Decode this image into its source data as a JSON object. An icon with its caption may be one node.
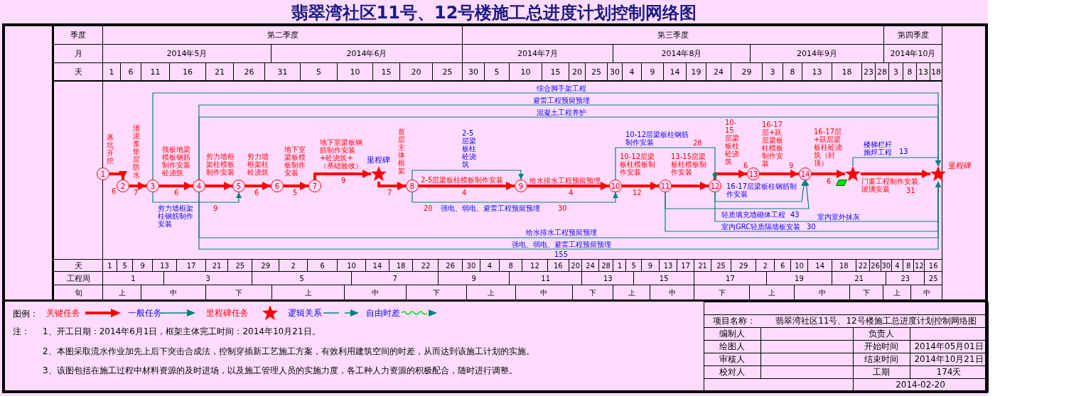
{
  "diagram": {
    "title": "翡翠湾社区11号、12号楼施工总进度计划控制网络图",
    "nodes": [
      {
        "text": [
          "1"
        ]
      },
      {
        "text": [
          "2"
        ]
      },
      {
        "text": [
          "3"
        ]
      },
      {
        "text": [
          "4"
        ]
      },
      {
        "text": [
          "5"
        ]
      },
      {
        "text": [
          "6"
        ]
      },
      {
        "text": [
          "7"
        ]
      },
      {
        "text": [],
        "shape": "star",
        "beside": [
          "里程碑"
        ]
      },
      {
        "text": [
          "8"
        ]
      },
      {
        "text": [
          "9"
        ]
      },
      {
        "text": [
          "10"
        ]
      },
      {
        "text": [
          "11"
        ]
      },
      {
        "text": [
          "12"
        ]
      },
      {
        "text": [
          "13"
        ]
      },
      {
        "text": [
          "14"
        ]
      },
      {
        "text": [],
        "shape": "star"
      },
      {
        "text": [],
        "shape": "star",
        "beside": [
          "里程碑"
        ]
      }
    ],
    "edges": [
      {
        "from": 0,
        "to": 1,
        "arrow": "to",
        "label": "基坑开挖"
      },
      {
        "from": 1,
        "to": 2,
        "arrow": "to",
        "label": "清泥浆垫层防水"
      },
      {
        "from": 2,
        "to": 3,
        "arrow": "to",
        "label": "筏板地梁模板钢筋制作安装砼浇筑"
      },
      {
        "from": 3,
        "to": 4,
        "arrow": "to",
        "label": "剪力墙框架柱模板制作安装"
      },
      {
        "from": 4,
        "to": 5,
        "arrow": "to",
        "label": "剪力墙框架柱砼浇筑"
      },
      {
        "from": 5,
        "to": 6,
        "arrow": "to",
        "label": "地下室梁板模板制作安装"
      },
      {
        "from": 6,
        "to": 7,
        "arrow": "to",
        "label": "地下室梁板钢筋制作安装+砼浇筑+（基础验收）"
      },
      {
        "from": 7,
        "to": 8,
        "arrow": "to",
        "label": "首层主体框架"
      },
      {
        "from": 8,
        "to": 9,
        "arrow": "to",
        "label": "2-5层梁板柱模板制作安装"
      },
      {
        "from": 9,
        "to": 10,
        "arrow": "to",
        "label": "给水排水工程预留预埋"
      },
      {
        "from": 10,
        "to": 11,
        "arrow": "to",
        "label": "10-12层梁板柱模板制作安装"
      },
      {
        "from": 11,
        "to": 12,
        "arrow": "to",
        "label": "13-15层梁板柱模板制作安装"
      },
      {
        "from": 12,
        "to": 13,
        "arrow": "to",
        "label": "10-15层梁板柱砼浇筑"
      },
      {
        "from": 13,
        "to": 14,
        "arrow": "to",
        "label": "16-17层+跃层梁板柱模板制作安装"
      },
      {
        "from": 14,
        "to": 15,
        "arrow": "to",
        "label": "16-17层+跃层梁板柱砼浇筑（封顶）"
      },
      {
        "from": 15,
        "to": 16,
        "arrow": "to",
        "label": "门窗工程制作安装、玻璃安装"
      },
      {
        "from": 2,
        "to": 4,
        "arrow": "to",
        "label": "剪力墙框架柱钢筋制作安装",
        "color": "#008080"
      },
      {
        "from": 8,
        "to": 9,
        "arrow": "to",
        "label": "2-5层梁板柱砼浇筑",
        "color": "#008080"
      },
      {
        "from": 8,
        "to": 10,
        "arrow": "to",
        "label": "强电、弱电、避雷工程预留预埋",
        "color": "#008080"
      },
      {
        "from": 10,
        "to": 12,
        "arrow": "to",
        "label": "10-12层梁板柱钢筋制作安装",
        "color": "#008080"
      },
      {
        "from": 12,
        "to": 14,
        "arrow": "to",
        "label": "16-17层梁板柱钢筋制作安装",
        "color": "#008080"
      },
      {
        "from": 11,
        "to": 14,
        "arrow": "to",
        "label": "轻质填充墙砌体工程",
        "color": "#008080"
      },
      {
        "from": 15,
        "to": 16,
        "arrow": "to",
        "label": "楼梯栏杆施焊工程",
        "color": "#008080"
      },
      {
        "from": 2,
        "to": 16,
        "arrow": "to",
        "label": "综合脚手架工程",
        "color": "#008080"
      },
      {
        "from": 3,
        "to": 16,
        "arrow": "to",
        "label": "避雷工程预留预埋",
        "color": "#008080"
      },
      {
        "from": 3,
        "to": 16,
        "arrow": "to",
        "label": "混凝土工程养护",
        "color": "#008080"
      },
      {
        "from": 3,
        "to": 16,
        "arrow": "to",
        "label": "给水排水工程预留预埋",
        "color": "#008080"
      },
      {
        "from": 3,
        "to": 16,
        "arrow": "to",
        "label": "强电、弱电、避雷工程预留预埋",
        "color": "#008080"
      },
      {
        "from": 12,
        "to": 16,
        "arrow": "to",
        "label": "室内室外抹灰",
        "color": "#008080"
      },
      {
        "from": 11,
        "to": 16,
        "arrow": "to",
        "label": "室内GRC轻质隔墙板安装",
        "color": "#008080"
      }
    ],
    "labels": [
      "季度",
      "第二季度",
      "第三季度",
      "第四季度",
      "月",
      "2014年5月",
      "2014年6月",
      "2014年7月",
      "2014年8月",
      "2014年9月",
      "2014年10月",
      "天",
      "1",
      "6",
      "11",
      "16",
      "21",
      "26",
      "31",
      "5",
      "10",
      "15",
      "20",
      "25",
      "30",
      "5",
      "10",
      "15",
      "20",
      "25",
      "30",
      "4",
      "9",
      "14",
      "19",
      "24",
      "29",
      "3",
      "8",
      "13",
      "18",
      "23",
      "28",
      "3",
      "8",
      "13",
      "18",
      "6",
      "7",
      "6",
      "9",
      "6",
      "5",
      "9",
      "7",
      "20",
      "4",
      "30",
      "4",
      "12",
      "28",
      "6",
      "9",
      "43",
      "6",
      "13",
      "31",
      "30",
      "155",
      "天",
      "1",
      "5",
      "9",
      "13",
      "17",
      "21",
      "25",
      "29",
      "2",
      "6",
      "10",
      "14",
      "18",
      "22",
      "26",
      "30",
      "4",
      "8",
      "12",
      "16",
      "20",
      "24",
      "28",
      "1",
      "5",
      "9",
      "13",
      "17",
      "21",
      "25",
      "29",
      "2",
      "6",
      "10",
      "14",
      "18",
      "22",
      "26",
      "30",
      "4",
      "8",
      "12",
      "16",
      "工程周",
      "1",
      "3",
      "5",
      "7",
      "9",
      "11",
      "13",
      "15",
      "17",
      "19",
      "21",
      "23",
      "25",
      "旬",
      "上",
      "中",
      "下",
      "上",
      "中",
      "下",
      "上",
      "中",
      "下",
      "上",
      "中",
      "下",
      "上",
      "中",
      "下",
      "上",
      "中",
      "图例：",
      "注：",
      "1、开工日期：2014年6月1日，框架主体完工时间：2014年10月21日。",
      "2、本图采取流水作业加先上后下突击合成法，控制穿插新工艺施工方案，有效利用建筑空间的时差，从而达到该施工计划的实施。",
      "3、该图包括在施工过程中材料资源的及时进场，以及施工管理人员的实施力度，各工种人力资源的积极配合，随时进行调整。",
      "项目名称：",
      "翡翠湾社区11号、12号楼施工总进度计划控制网络图",
      "编制人",
      "负责人",
      "绘图人",
      "开始时间",
      "2014年05月01日",
      "审核人",
      "结束时间",
      "2014年10月21日",
      "校对人",
      "工期",
      "174天",
      "2014-02-20"
    ],
    "legend": [
      {
        "text": "关键任务"
      },
      {
        "text": "一般任务"
      },
      {
        "text": "里程碑任务"
      },
      {
        "text": "逻辑关系"
      },
      {
        "text": "自由时差"
      }
    ]
  }
}
